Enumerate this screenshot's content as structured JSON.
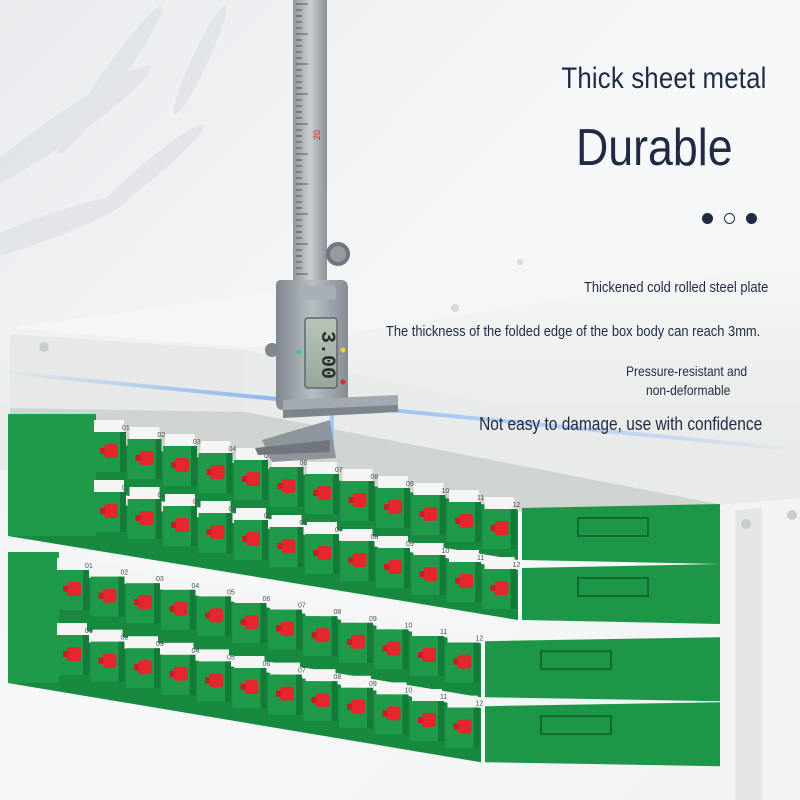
{
  "headline": {
    "top": "Thick sheet metal",
    "main": "Durable"
  },
  "pagination": [
    "filled",
    "hollow",
    "filled"
  ],
  "features": {
    "f1": "Thickened cold rolled steel plate",
    "f2": "The thickness of the folded edge of the box body can reach 3mm.",
    "f3_line1": "Pressure-resistant and",
    "f3_line2": "non-deformable",
    "f4": "Not easy to damage, use with confidence"
  },
  "caliper": {
    "display_reading": "3.00",
    "ruler_mark": "20"
  },
  "port_labels": [
    "01",
    "02",
    "03",
    "04",
    "05",
    "06",
    "07",
    "08",
    "09",
    "10",
    "11",
    "12"
  ],
  "colors": {
    "text": "#1f2a44",
    "adapter_green": "#1f9a4a",
    "connector_red": "#e5262c",
    "steel": "#eef0ef",
    "caliper": "#9ca4ab",
    "scan_line": "#2f7bff"
  }
}
